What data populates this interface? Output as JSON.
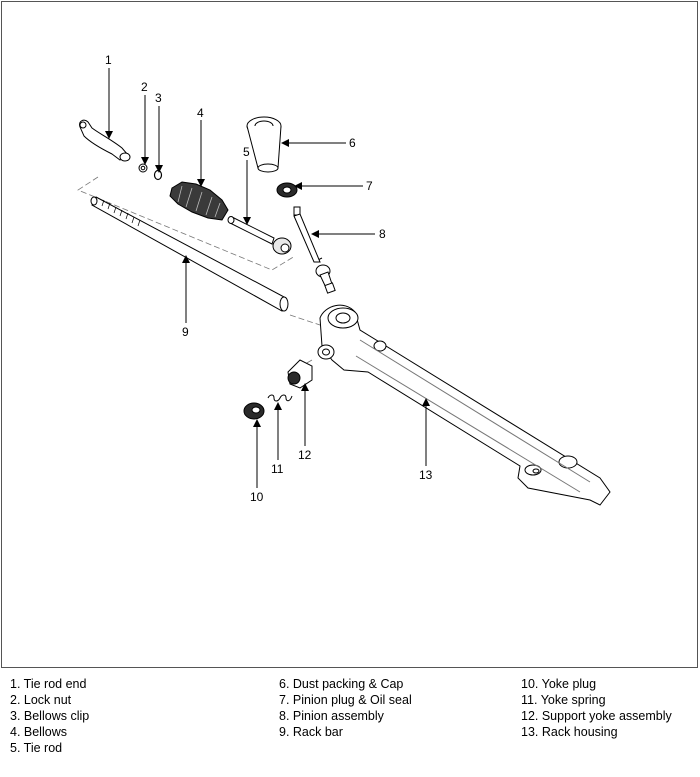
{
  "callouts": {
    "c1": "1",
    "c2": "2",
    "c3": "3",
    "c4": "4",
    "c5": "5",
    "c6": "6",
    "c7": "7",
    "c8": "8",
    "c9": "9",
    "c10": "10",
    "c11": "11",
    "c12": "12",
    "c13": "13"
  },
  "legend": {
    "col1": [
      "1. Tie rod end",
      "2. Lock nut",
      "3. Bellows clip",
      "4. Bellows",
      "5. Tie rod"
    ],
    "col2": [
      "6. Dust packing & Cap",
      "7. Pinion plug & Oil seal",
      "8. Pinion assembly",
      "9. Rack bar"
    ],
    "col3": [
      "10. Yoke plug",
      "11. Yoke spring",
      "12. Support yoke assembly",
      "13. Rack housing"
    ]
  }
}
